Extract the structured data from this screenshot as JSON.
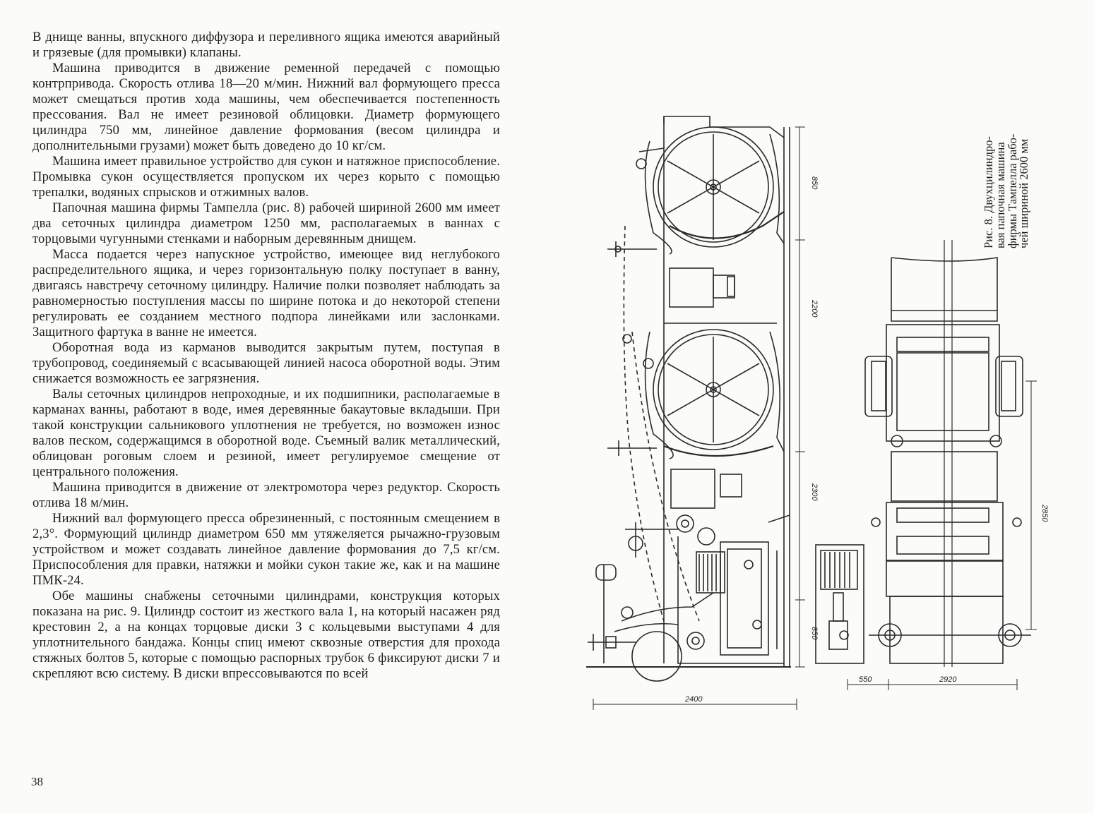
{
  "left_page": {
    "paragraphs": [
      "В днище ванны, впускного диффузора и переливного ящика имеются аварийный и грязевые (для промывки) клапаны.",
      "Машина приводится в движение ременной передачей с помощью контрпривода. Скорость отлива 18—20 м/мин. Нижний вал формующего пресса может смещаться против хода машины, чем обеспечивается постепенность прессования. Вал не имеет резиновой облицовки. Диаметр формующего цилиндра 750 мм, линейное давление формования (весом цилиндра и дополнительными грузами) может быть доведено до 10 кг/см.",
      "Машина имеет правильное устройство для сукон и натяжное приспособление. Промывка сукон осуществляется пропуском их через корыто с помощью трепалки, водяных спрысков и отжимных валов.",
      "Папочная машина фирмы Тампелла (рис. 8) рабочей шириной 2600 мм имеет два сеточных цилиндра диаметром 1250 мм, располагаемых в ваннах с торцовыми чугунными стенками и наборным деревянным днищем.",
      "Масса подается через напускное устройство, имеющее вид неглубокого распределительного ящика, и через горизонтальную полку поступает в ванну, двигаясь навстречу сеточному цилиндру. Наличие полки позволяет наблюдать за равномерностью поступления массы по ширине потока и до некоторой степени регулировать ее созданием местного подпора линейками или заслонками. Защитного фартука в ванне не имеется.",
      "Оборотная вода из карманов выводится закрытым путем, поступая в трубопровод, соединяемый с всасывающей линией насоса оборотной воды. Этим снижается возможность ее загрязнения.",
      "Валы сеточных цилиндров непроходные, и их подшипники, располагаемые в карманах ванны, работают в воде, имея деревянные бакаутовые вкладыши. При такой конструкции сальникового уплотнения не требуется, но возможен износ валов песком, содержащимся в оборотной воде. Съемный валик металлический, облицован роговым слоем и резиной, имеет регулируемое смещение от центрального положения.",
      "Машина приводится в движение от электромотора через редуктор. Скорость отлива 18 м/мин.",
      "Нижний вал формующего пресса обрезиненный, с постоянным смещением в 2,3°. Формующий цилиндр диаметром 650 мм утяжеляется рычажно-грузовым устройством и может создавать линейное давление формования до 7,5 кг/см. Приспособления для правки, натяжки и мойки сукон такие же, как и на машине ПМК-24.",
      "Обе машины снабжены сеточными цилиндрами, конструкция которых показана на рис. 9. Цилиндр состоит из жесткого вала 1, на который насажен ряд крестовин 2, а на концах торцовые диски 3 с кольцевыми выступами 4 для уплотнительного бандажа. Концы спиц имеют сквозные отверстия для прохода стяжных болтов 5, которые с помощью распорных трубок 6 фиксируют диски 7 и скрепляют всю систему. В диски впрессовываются по всей"
    ],
    "page_number": "38"
  },
  "right_page": {
    "caption_lines": [
      "Рис. 8. Двухцилиндро-",
      "вая папочная машина",
      "фирмы Тампелла рабо-",
      "чей шириной 2600 мм"
    ],
    "dimensions": {
      "top_height": "850",
      "upper_span": "2200",
      "lower_span": "2300",
      "bottom_height": "850",
      "total_length": "2400",
      "plan_span": "2850",
      "plan_offset": "550",
      "plan_width": "2920"
    }
  }
}
